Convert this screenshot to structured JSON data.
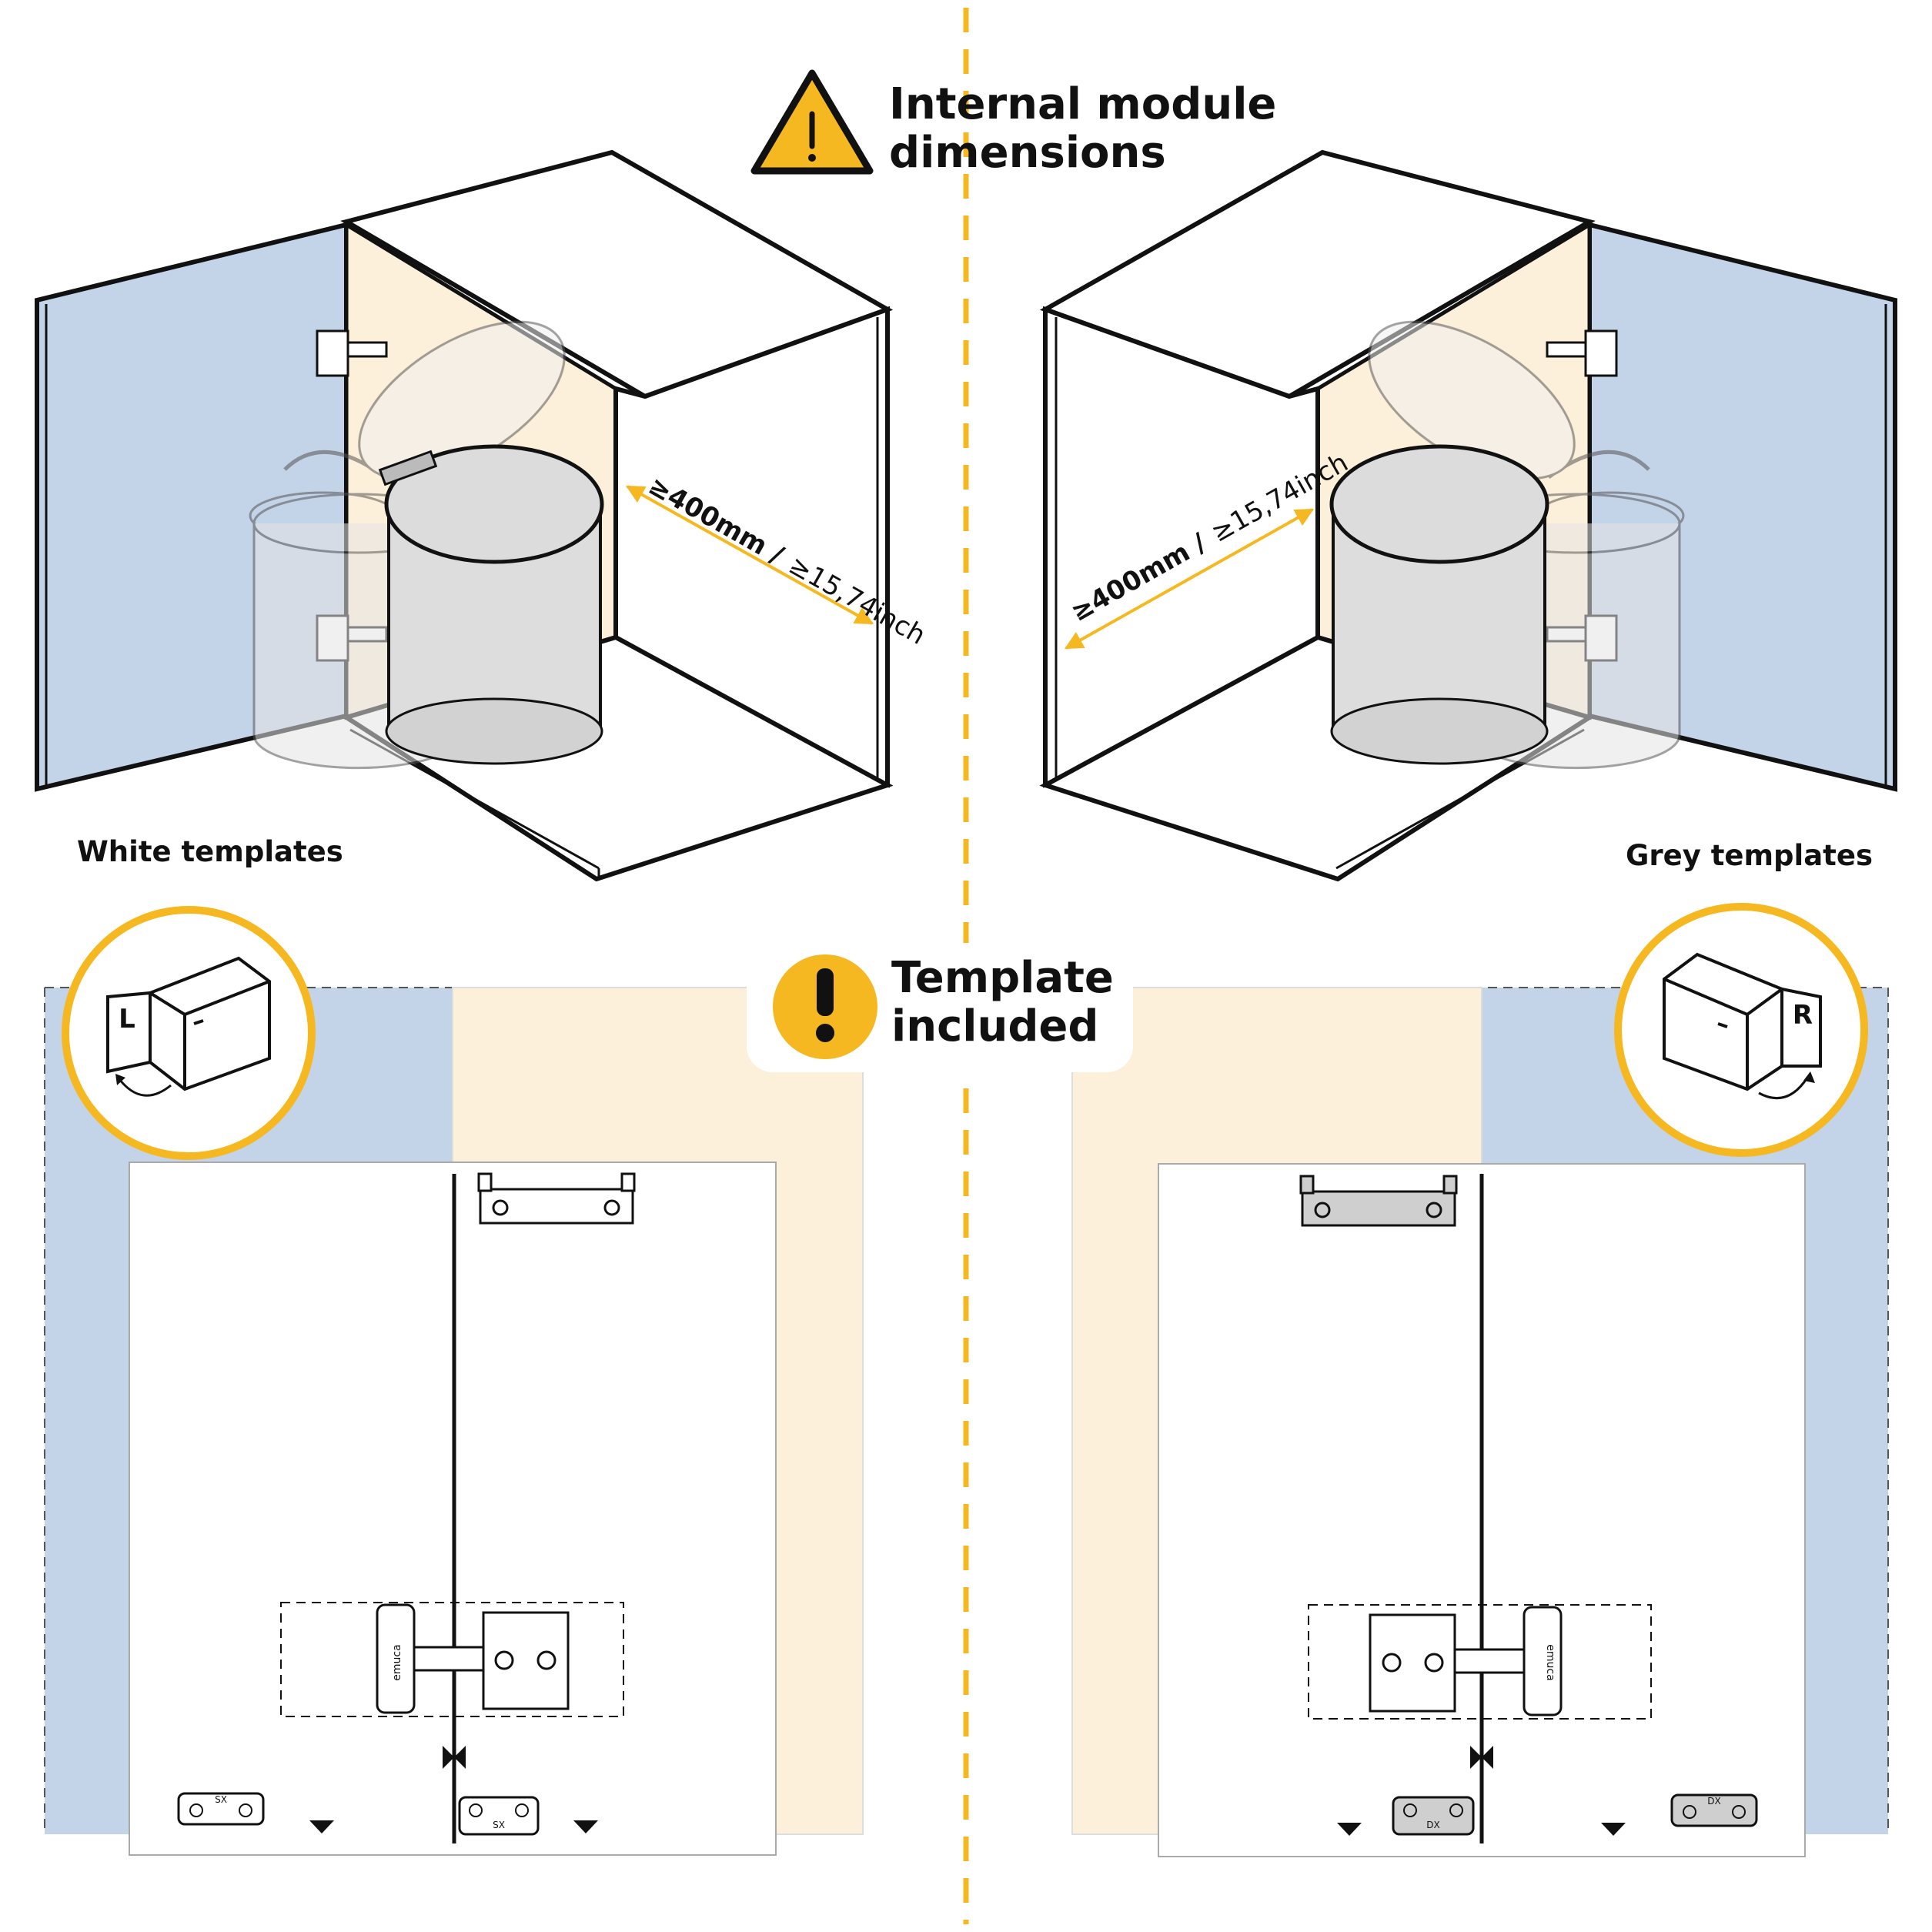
{
  "header": {
    "warning_title_line1": "Internal module",
    "warning_title_line2": "dimensions",
    "template_title_line1": "Template",
    "template_title_line2": "included"
  },
  "left_panel": {
    "label": "White templates",
    "dimension_mm": "≥400mm /",
    "dimension_inch": "≥15,74inch",
    "badge_letter": "L",
    "hinge_plate_mark": "SX",
    "hinge_brand": "emuca"
  },
  "right_panel": {
    "label": "Grey templates",
    "dimension_mm": "≥400mm /",
    "dimension_inch": "≥15,74inch",
    "badge_letter": "R",
    "hinge_plate_mark": "DX",
    "hinge_brand": "emuca"
  },
  "colors": {
    "accent_yellow": "#f5b820",
    "door_blue": "#c3d3e8",
    "panel_cream": "#fdf0da",
    "grey_template": "#cfcfcf",
    "ink": "#111111"
  }
}
